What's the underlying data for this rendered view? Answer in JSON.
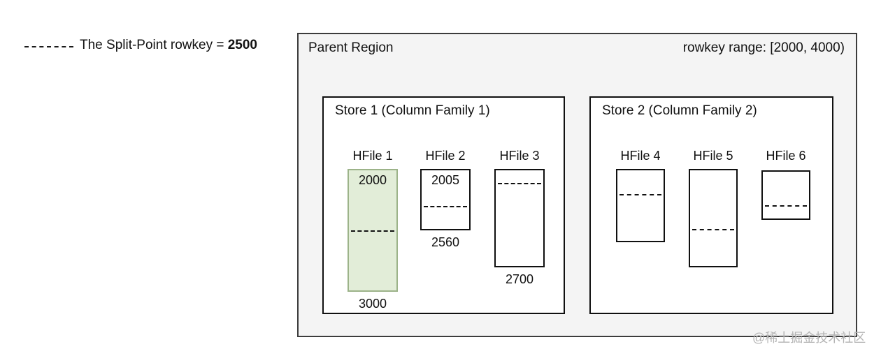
{
  "legend": {
    "label_prefix": "The Split-Point rowkey = ",
    "value": "2500"
  },
  "parent_region": {
    "title": "Parent Region",
    "rowkey_range": "rowkey range: [2000, 4000)"
  },
  "stores": [
    {
      "title": "Store 1 (Column Family 1)",
      "hfiles": [
        {
          "label": "HFile 1",
          "top_value": "2000",
          "bottom_value": "3000",
          "split_pos_pct": 50,
          "highlighted": true
        },
        {
          "label": "HFile 2",
          "top_value": "2005",
          "bottom_value": "2560",
          "split_pos_pct": 61,
          "highlighted": false
        },
        {
          "label": "HFile 3",
          "top_value": "",
          "bottom_value": "2700",
          "split_pos_pct": 13,
          "highlighted": false
        }
      ]
    },
    {
      "title": "Store 2 (Column Family 2)",
      "hfiles": [
        {
          "label": "HFile 4",
          "top_value": "",
          "bottom_value": "",
          "split_pos_pct": 34,
          "highlighted": false
        },
        {
          "label": "HFile 5",
          "top_value": "",
          "bottom_value": "",
          "split_pos_pct": 61,
          "highlighted": false
        },
        {
          "label": "HFile 6",
          "top_value": "",
          "bottom_value": "",
          "split_pos_pct": 72,
          "highlighted": false
        }
      ]
    }
  ],
  "colors": {
    "highlight_fill": "#e2edd8",
    "highlight_border": "#9cb389",
    "parent_fill": "#f4f4f4"
  },
  "watermark": "@稀土掘金技术社区"
}
